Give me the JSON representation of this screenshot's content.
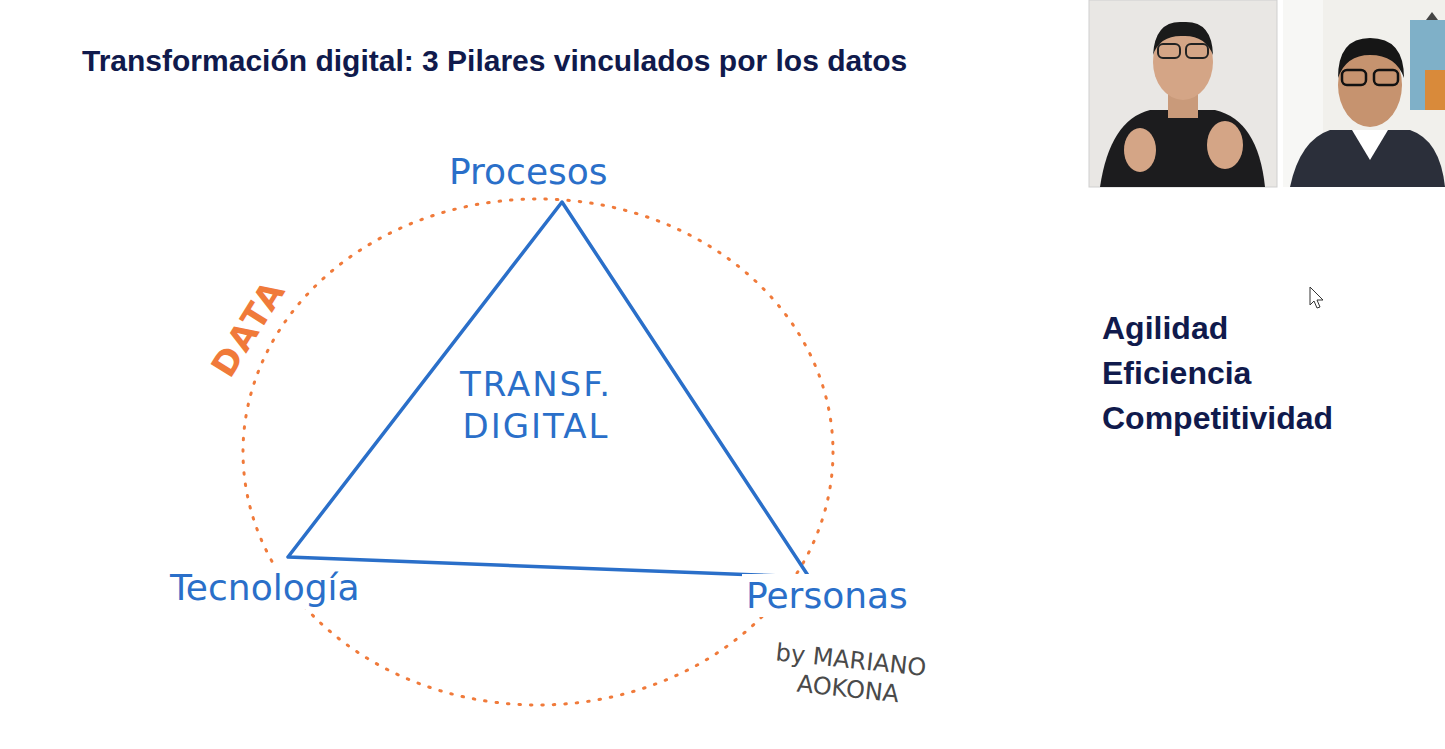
{
  "diagram": {
    "title": "Transformación digital: 3 Pilares vinculados por los datos",
    "nodes": [
      {
        "text": [
          "DATA"
        ]
      },
      {
        "text": [
          "TRANSF. DIGITAL"
        ],
        "in": 0
      }
    ],
    "labels": [
      "Procesos",
      "Tecnología",
      "Personas",
      "by MARIANO AOKONA",
      "Agilidad",
      "Eficiencia",
      "Competitividad"
    ]
  }
}
